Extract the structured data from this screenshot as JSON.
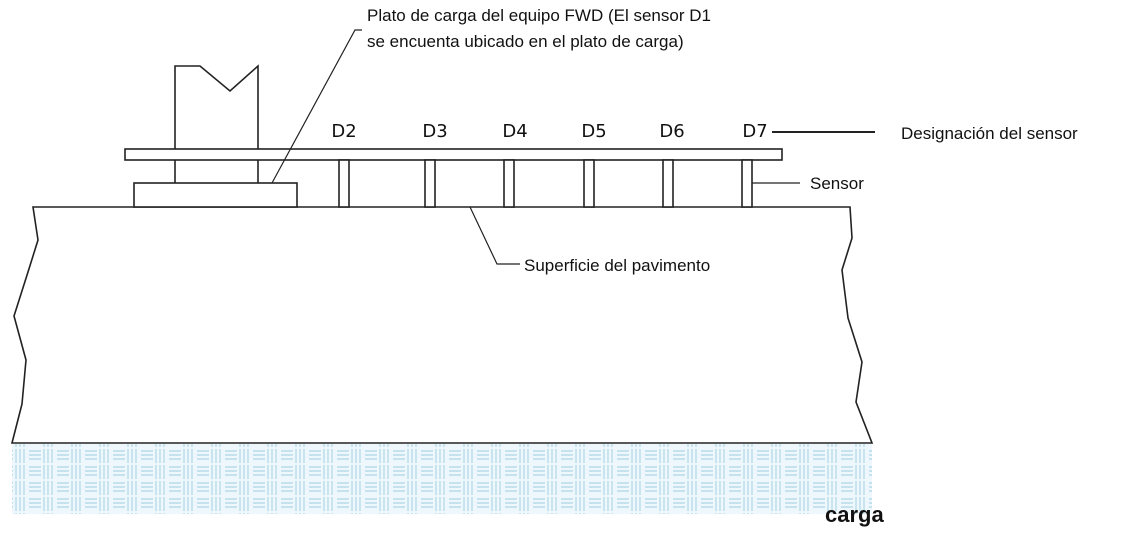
{
  "labels": {
    "load_plate_line1": "Plato de carga del equipo FWD (El sensor D1",
    "load_plate_line2": "se encuenta ubicado en el plato de carga)",
    "sensor_designation": "Designación del sensor",
    "sensor": "Sensor",
    "pavement_surface": "Superficie del pavimento",
    "subgrade": "carga"
  },
  "sensors": [
    "D2",
    "D3",
    "D4",
    "D5",
    "D6",
    "D7"
  ],
  "colors": {
    "stroke": "#222222",
    "base_pattern": "#c8e3ee",
    "pavement_fill": "#ffffff"
  }
}
